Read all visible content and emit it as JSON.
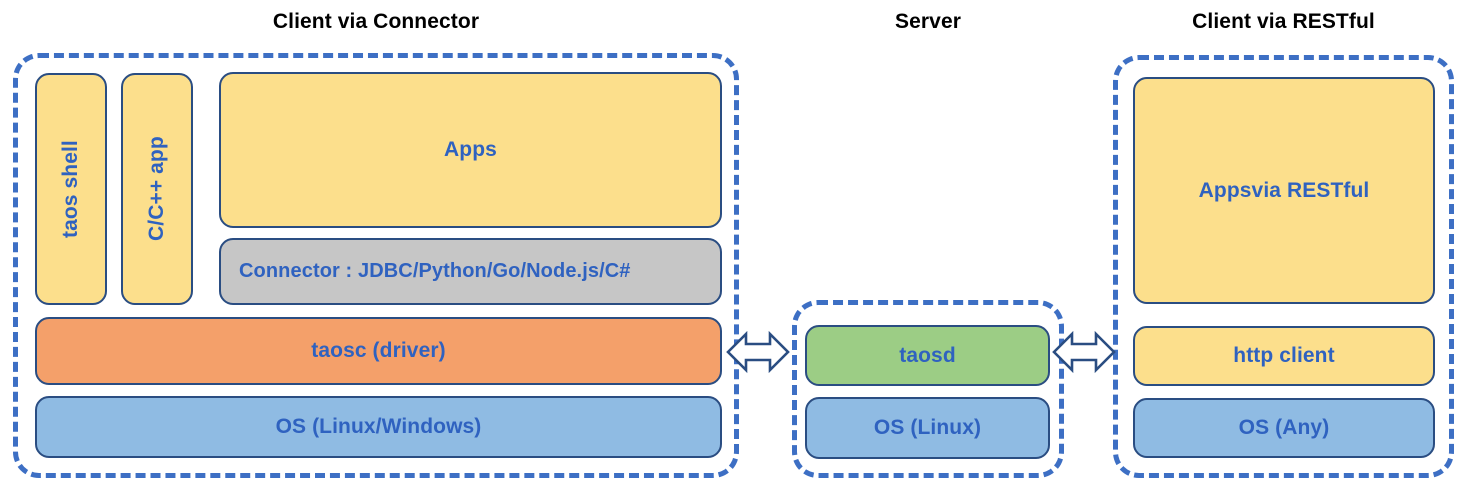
{
  "diagram": {
    "title": "TDengine architecture: Client via Connector, Server, Client via RESTful",
    "colors": {
      "dashed_border": "#3d6fc4",
      "box_border": "#2a4d82",
      "label_text": "#2f62c0",
      "title_text": "#000000",
      "yellow": "#fcdf8c",
      "orange": "#f4a06a",
      "blue": "#8fbbe3",
      "green": "#9ccd85",
      "gray": "#c6c6c6",
      "background": "#ffffff"
    }
  },
  "sections": {
    "connector": {
      "title": "Client via Connector",
      "boxes": {
        "taos_shell": "taos shell",
        "cpp_app": "C/C++ app",
        "apps": "Apps",
        "connector": "Connector : JDBC/Python/Go/Node.js/C#",
        "taosc": "taosc (driver)",
        "os": "OS (Linux/Windows)"
      }
    },
    "server": {
      "title": "Server",
      "boxes": {
        "taosd": "taosd",
        "os": "OS (Linux)"
      }
    },
    "restful": {
      "title": "Client via RESTful",
      "boxes": {
        "apps_line1": "Apps",
        "apps_line2": "via RESTful",
        "http_client": "http client",
        "os": "OS (Any)"
      }
    }
  },
  "connections": [
    {
      "name": "connector-to-server",
      "icon": "double-arrow-icon",
      "direction": "bidirectional"
    },
    {
      "name": "server-to-restful",
      "icon": "double-arrow-icon",
      "direction": "bidirectional"
    }
  ]
}
